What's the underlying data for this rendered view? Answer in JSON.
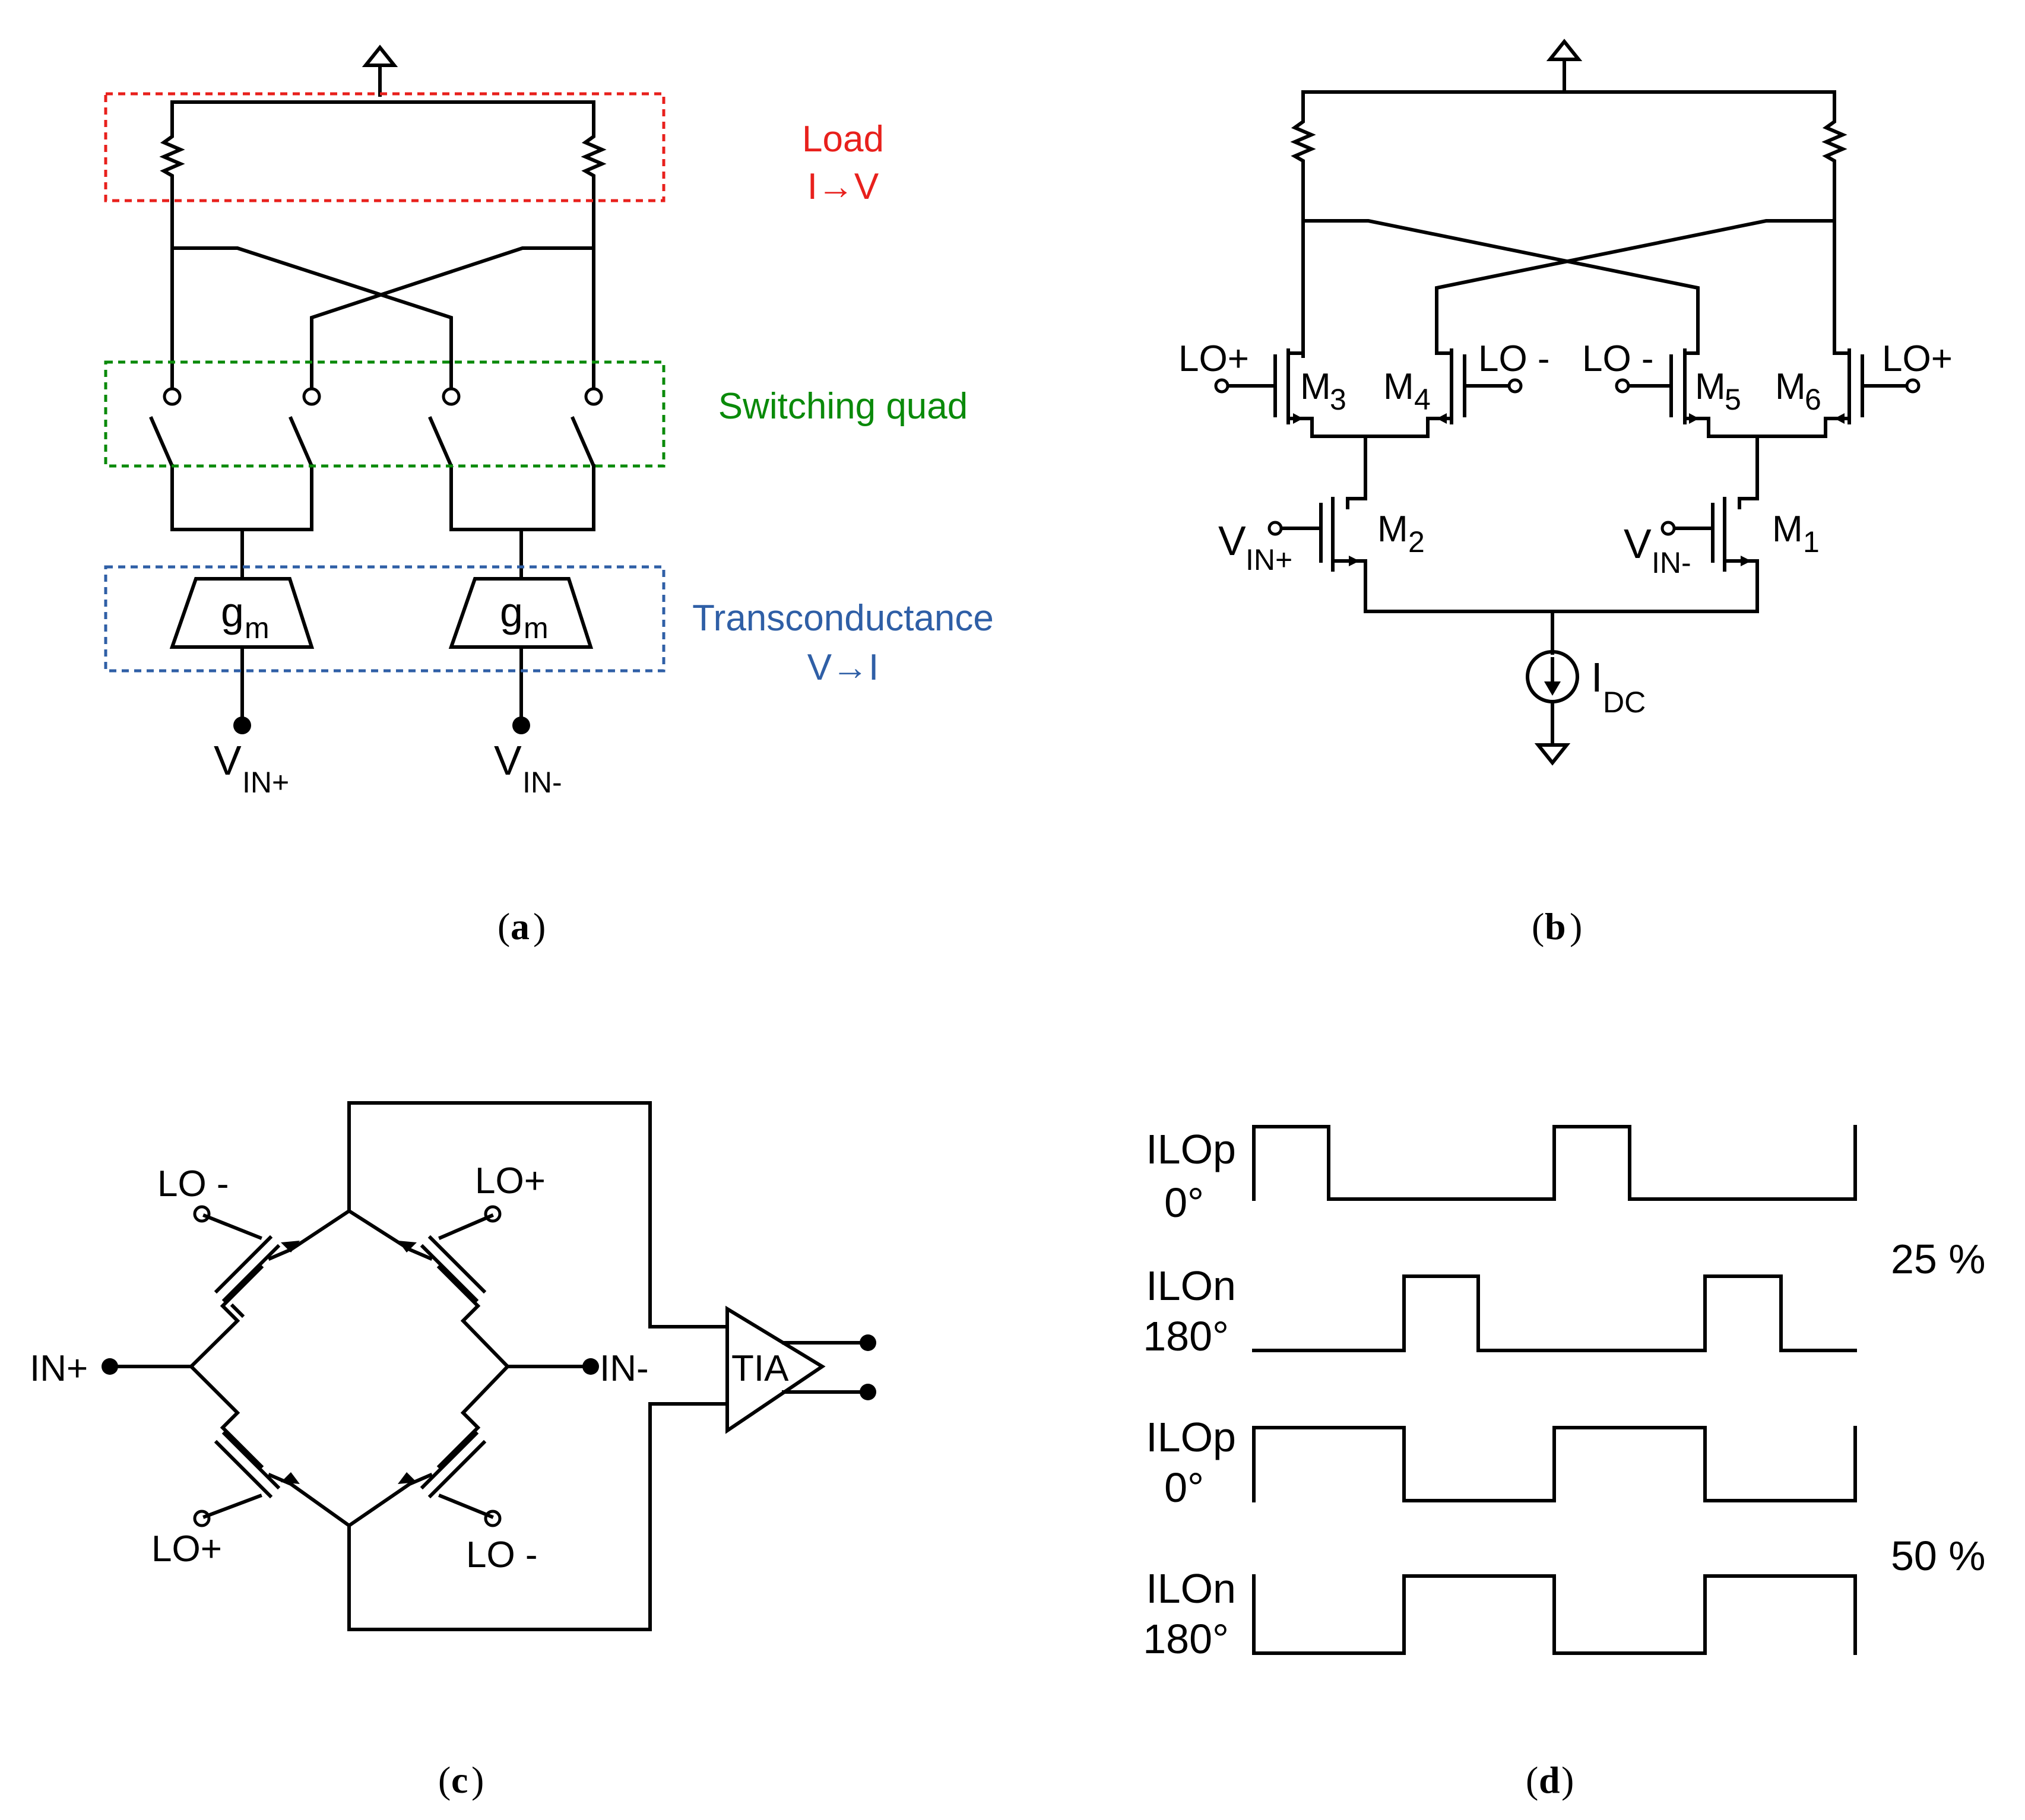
{
  "panel_a": {
    "load_label": "Load",
    "load_sub": "I→V",
    "switch_label": "Switching quad",
    "trans_label": "Transconductance",
    "trans_sub": "V→I",
    "gm_main": "g",
    "gm_sub": "m",
    "vin_pos_main": "V",
    "vin_pos_sub": "IN+",
    "vin_neg_main": "V",
    "vin_neg_sub": "IN-",
    "caption_open": "(",
    "caption_letter": "a",
    "caption_close": ")",
    "colors": {
      "load": "#e8201c",
      "switch": "#0a8a0a",
      "trans": "#2f5fa6"
    }
  },
  "panel_b": {
    "lo_plus": "LO+",
    "lo_minus": "LO -",
    "m": "M",
    "m3": "3",
    "m4": "4",
    "m5": "5",
    "m6": "6",
    "m2": "2",
    "m1": "1",
    "vin_main": "V",
    "vin_pos_sub": "IN+",
    "vin_neg_sub": "IN-",
    "idc_main": "I",
    "idc_sub": "DC",
    "caption_open": "(",
    "caption_letter": "b",
    "caption_close": ")"
  },
  "panel_c": {
    "lo_minus": "LO -",
    "lo_plus": "LO+",
    "in_plus": "IN+",
    "in_minus": "IN-",
    "tia": "TIA",
    "caption_open": "(",
    "caption_letter": "c",
    "caption_close": ")"
  },
  "panel_d": {
    "wave1_name": "ILOp",
    "wave1_phase": "0°",
    "wave2_name": "ILOn",
    "wave2_phase": "180°",
    "wave3_name": "ILOp",
    "wave3_phase": "0°",
    "wave4_name": "ILOn",
    "wave4_phase": "180°",
    "duty_25": "25 %",
    "duty_50": "50 %",
    "caption_open": "(",
    "caption_letter": "d",
    "caption_close": ")"
  }
}
